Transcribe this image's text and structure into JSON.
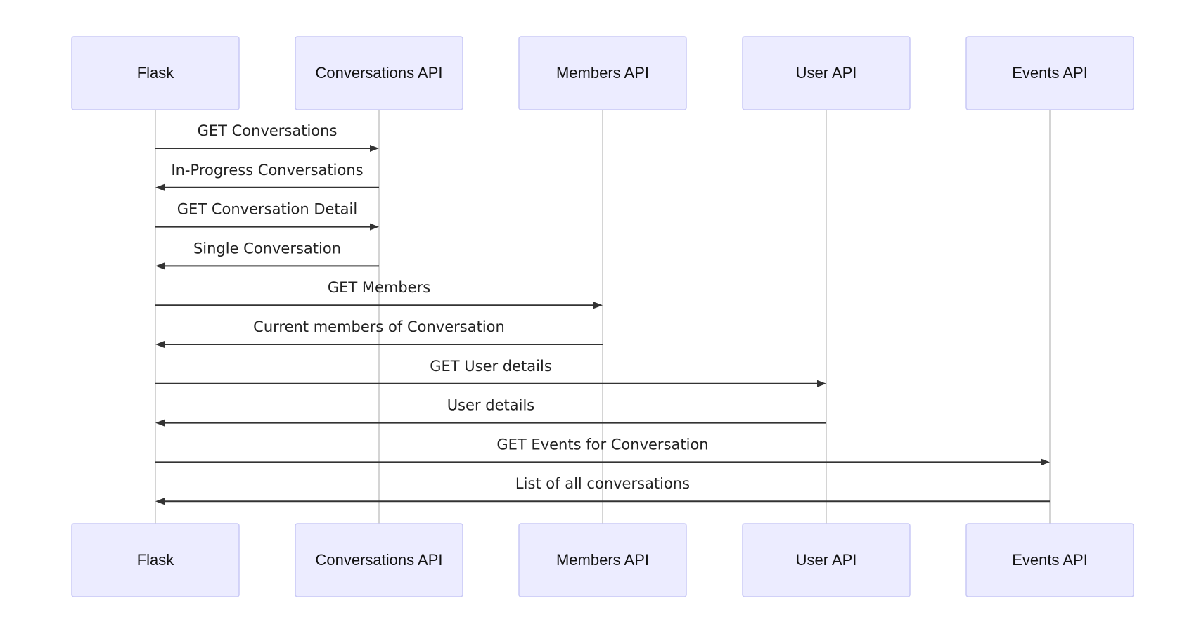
{
  "diagram": {
    "type": "sequence",
    "participants": [
      {
        "id": "flask",
        "label": "Flask"
      },
      {
        "id": "conversations",
        "label": "Conversations API"
      },
      {
        "id": "members",
        "label": "Members API"
      },
      {
        "id": "user",
        "label": "User API"
      },
      {
        "id": "events",
        "label": "Events API"
      }
    ],
    "messages": [
      {
        "from": "flask",
        "to": "conversations",
        "label": "GET Conversations"
      },
      {
        "from": "conversations",
        "to": "flask",
        "label": "In-Progress Conversations"
      },
      {
        "from": "flask",
        "to": "conversations",
        "label": "GET Conversation Detail"
      },
      {
        "from": "conversations",
        "to": "flask",
        "label": "Single Conversation"
      },
      {
        "from": "flask",
        "to": "members",
        "label": "GET Members"
      },
      {
        "from": "members",
        "to": "flask",
        "label": "Current members of Conversation"
      },
      {
        "from": "flask",
        "to": "user",
        "label": "GET User details"
      },
      {
        "from": "user",
        "to": "flask",
        "label": "User details"
      },
      {
        "from": "flask",
        "to": "events",
        "label": "GET Events for Conversation"
      },
      {
        "from": "events",
        "to": "flask",
        "label": "List of all conversations"
      }
    ]
  },
  "colors": {
    "actor_fill": "#ececff",
    "actor_border": "#c8c8f6",
    "lifeline": "#bdbdbd",
    "message_line": "#333333",
    "text": "#222222"
  }
}
